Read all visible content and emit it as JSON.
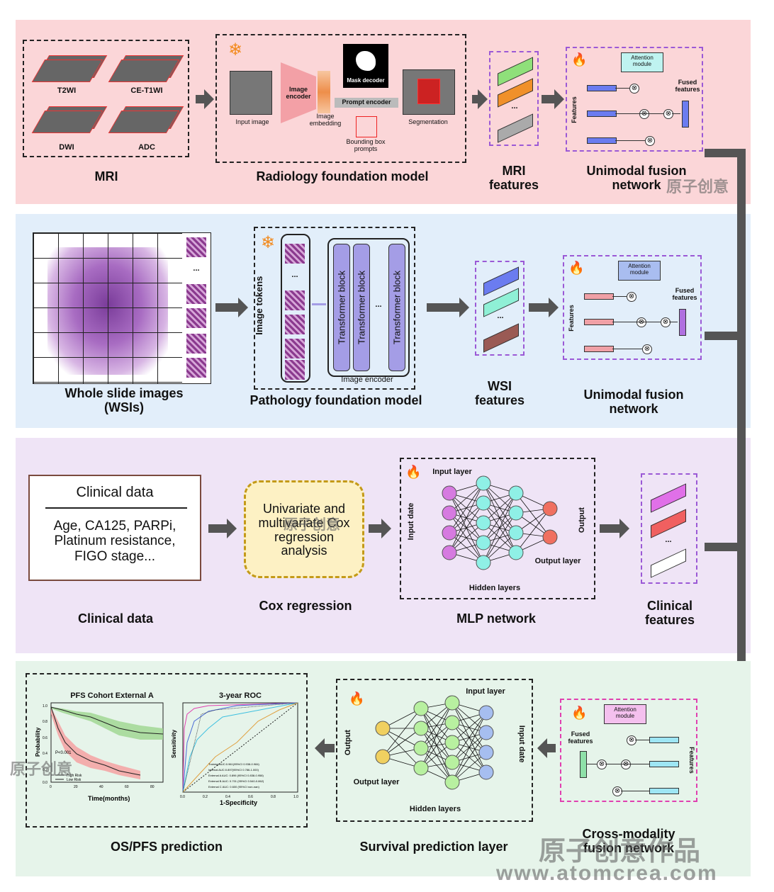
{
  "mri_section": {
    "sequences": [
      "T2WI",
      "CE-T1WI",
      "DWI",
      "ADC"
    ],
    "title": "MRI",
    "model": {
      "input": "Input image",
      "encoder": "Image encoder",
      "embedding": "Image embedding",
      "mask_decoder": "Mask decoder",
      "prompt_encoder": "Prompt encoder",
      "bbox": "Bounding box prompts",
      "segmentation": "Segmentation",
      "title": "Radiology foundation model"
    },
    "features_title": "MRI features",
    "features_dots": "...",
    "fusion_title": "Unimodal fusion network"
  },
  "wsi_section": {
    "title": "Whole slide images (WSIs)",
    "dots": "...",
    "model": {
      "tokens": "Image tokens",
      "block": "Transformer block",
      "dots": "...",
      "encoder": "Image encoder",
      "title": "Pathology foundation model"
    },
    "features_title": "WSI features",
    "features_dots": "...",
    "fusion_title": "Unimodal fusion network"
  },
  "fusion_labels": {
    "attention": "Attention module",
    "fused": "Fused features",
    "features": "Features",
    "otimes": "⊗"
  },
  "clinical_section": {
    "box_title": "Clinical data",
    "box_text": "Age, CA125, PARPi, Platinum resistance, FIGO stage...",
    "title": "Clinical data",
    "cox_text": "Univariate and multivariate Cox regression analysis",
    "cox_title": "Cox regression",
    "mlp": {
      "input": "Input layer",
      "input_side": "Input date",
      "output_side": "Output",
      "output": "Output layer",
      "hidden": "Hidden layers",
      "title": "MLP network"
    },
    "features_title": "Clinical features",
    "features_dots": "..."
  },
  "prediction_section": {
    "km": {
      "title": "PFS Cohort External A",
      "ylabel": "Probability",
      "xlabel": "Time(months)",
      "pval": "P<0.001",
      "legend_high": "High Risk",
      "legend_low": "Low Risk",
      "yticks": [
        "1.0",
        "0.8",
        "0.6",
        "0.4",
        "0.2",
        "0.0"
      ],
      "xticks": [
        "0",
        "20",
        "40",
        "60",
        "80"
      ]
    },
    "roc": {
      "title": "3-year ROC",
      "ylabel": "Sensitivity",
      "xlabel": "1-Specificity",
      "legend": [
        "Training AUC:0.961(95%CI 0.938-0.984)",
        "Internal AUC:0.897(95%CI 0.786-1.000)",
        "External A AUC: 0.896 (95%CI 0.838-0.958)",
        "External B AUC: 0.701 (95%CI 0.540-0.862)",
        "External C AUC: 0.600 (95%CI non-nan)"
      ],
      "xticks": [
        "0.0",
        "0.2",
        "0.4",
        "0.6",
        "0.8",
        "1.0"
      ],
      "yticks": [
        "1.0",
        "0.8",
        "0.6",
        "0.4",
        "0.2",
        "0.0"
      ]
    },
    "title": "OS/PFS prediction",
    "survival": {
      "input": "Input layer",
      "input_side": "Input date",
      "output_side": "Output",
      "output": "Output layer",
      "hidden": "Hidden layers",
      "title": "Survival prediction layer"
    },
    "cross_title": "Cross-modality fusion network"
  },
  "watermarks": {
    "small": "原子创意",
    "big": "原子创意作品",
    "url": "www.atomcrea.com"
  },
  "colors": {
    "mri_bg": "#fbd6d8",
    "wsi_bg": "#e2eefa",
    "clinical_bg": "#efe4f6",
    "prediction_bg": "#e6f4ea",
    "purple_dash": "#9b59d6",
    "pink_dash": "#e040b0"
  }
}
